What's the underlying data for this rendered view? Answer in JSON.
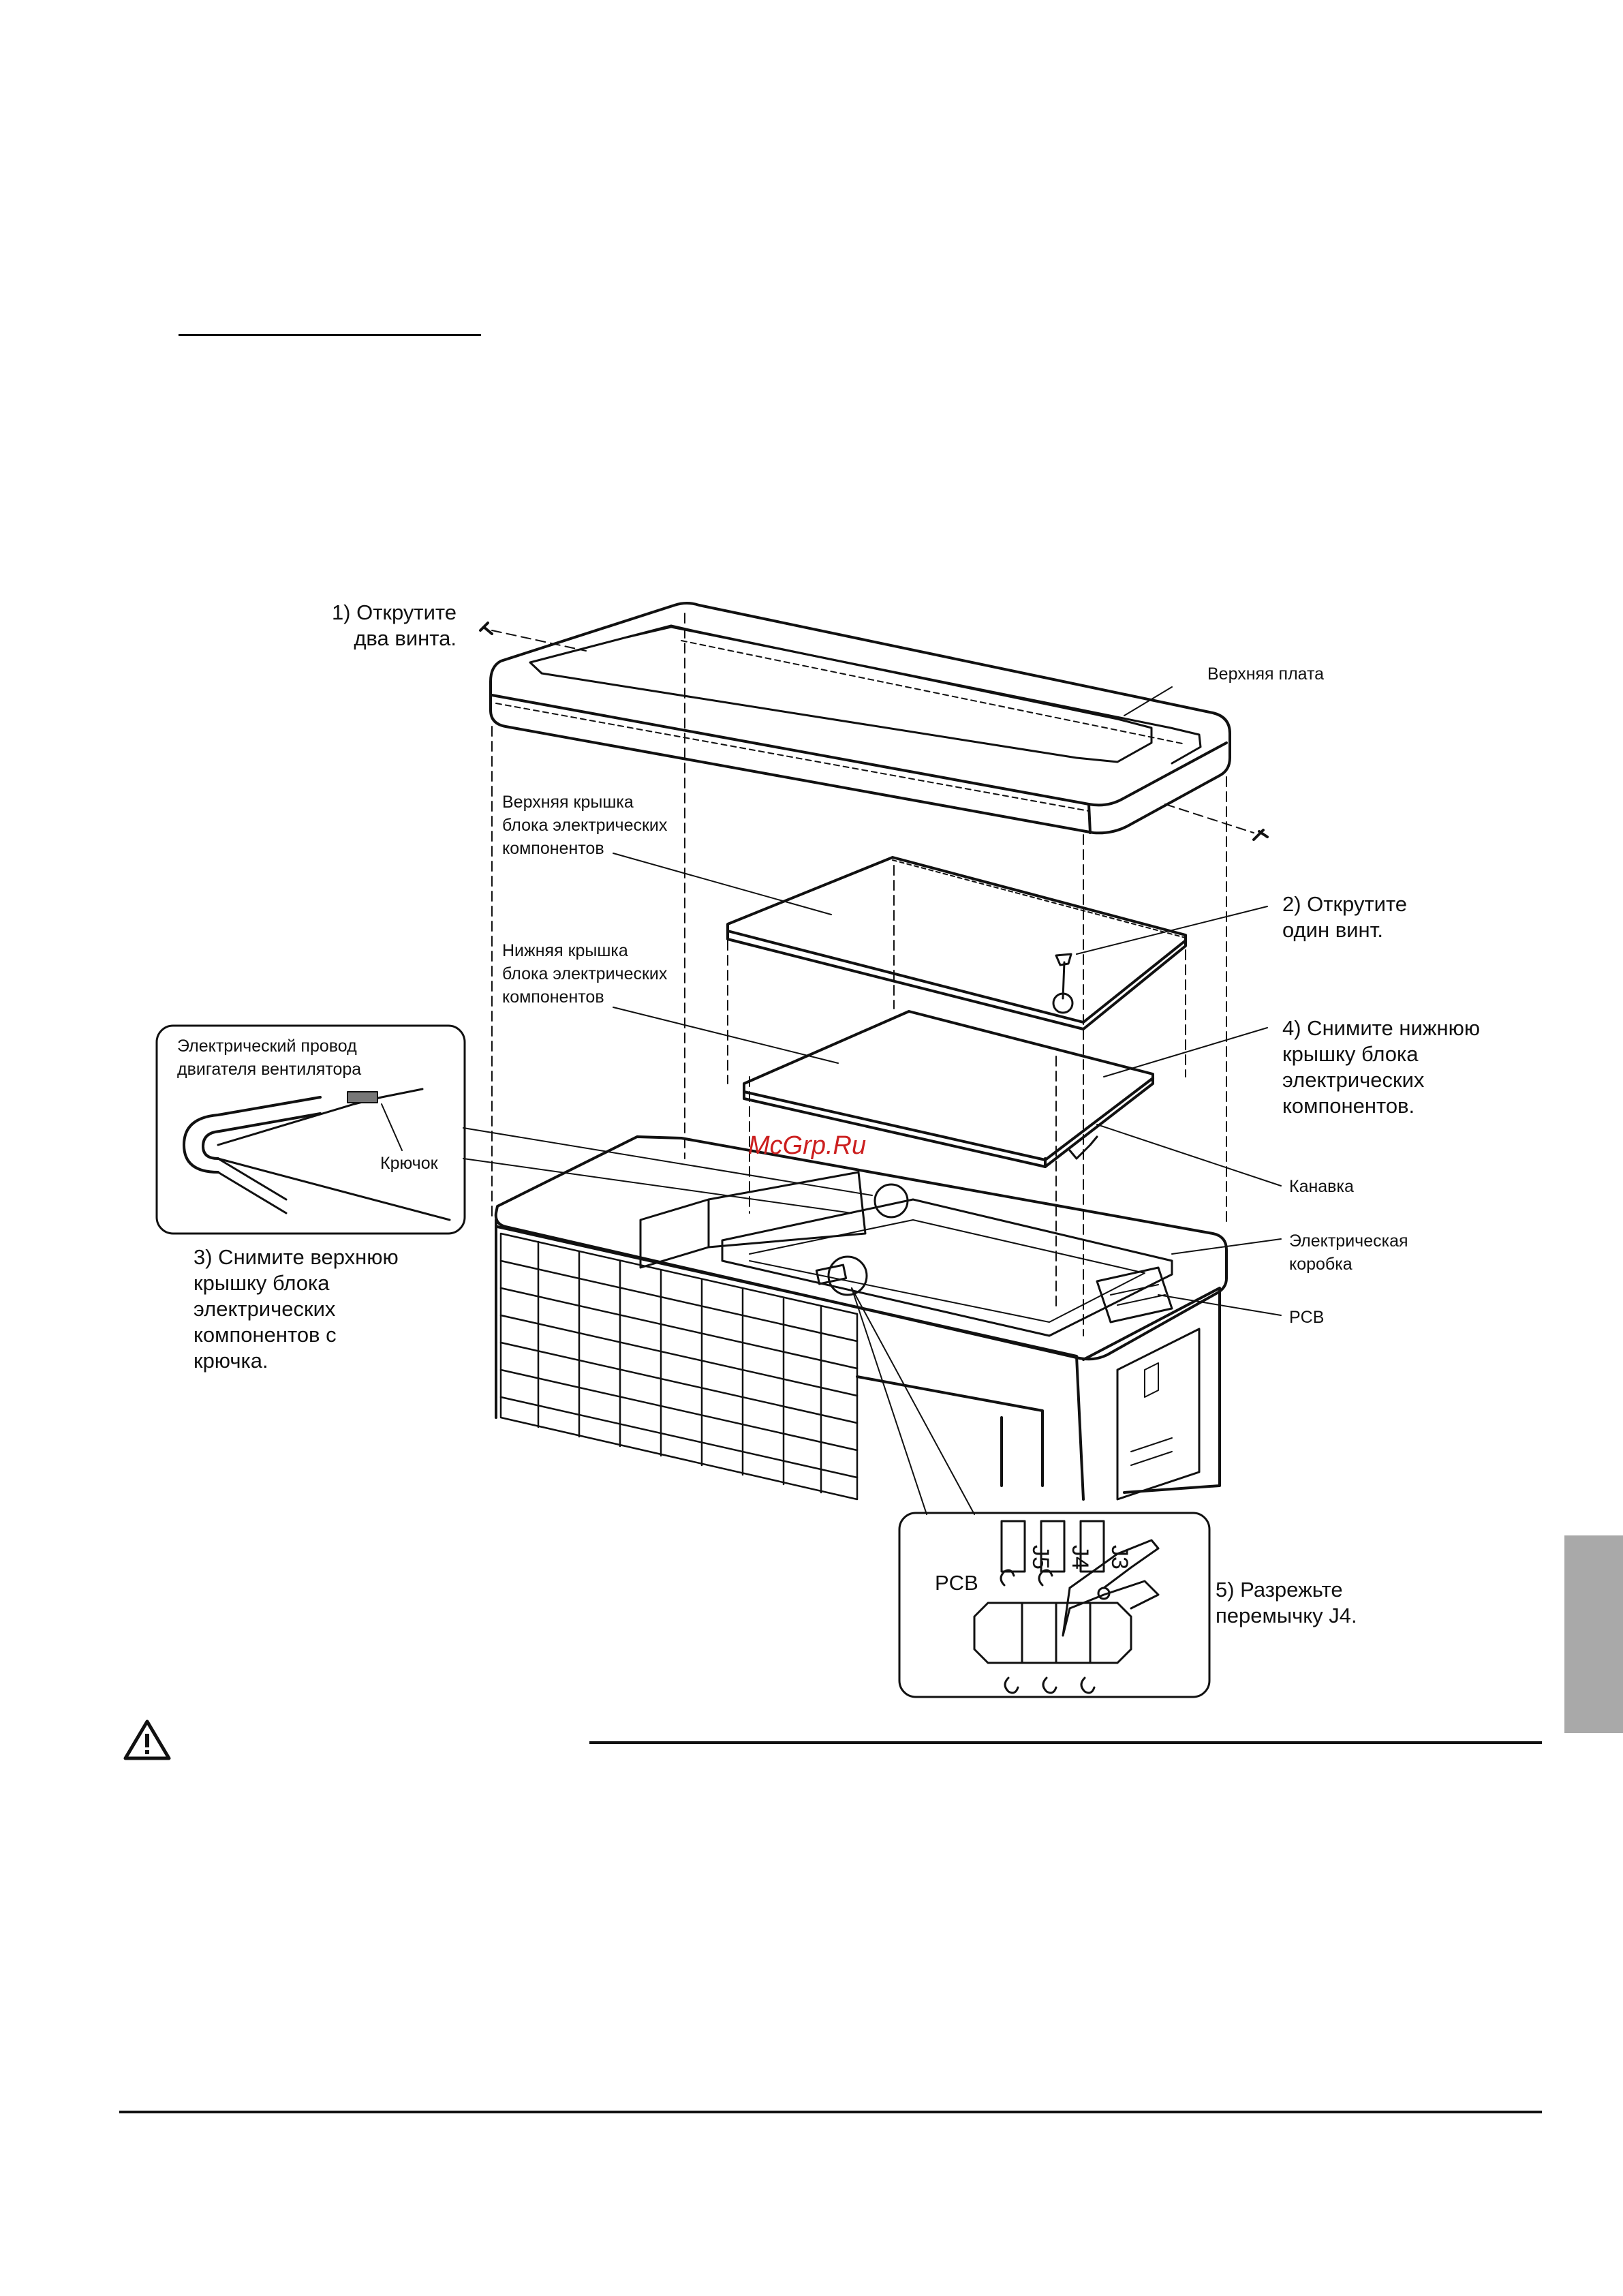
{
  "labels": {
    "step1": "1) Открутите\nдва винта.",
    "top_plate": "Верхняя плата",
    "upper_cover": "Верхняя крышка\nблока электрических\nкомпонентов",
    "step2": "2) Открутите\n    один винт.",
    "lower_cover": "Нижняя крышка\nблока электрических\nкомпонентов",
    "step4": "4) Снимите нижнюю\n    крышку блока\n    электрических\n    компонентов.",
    "fan_wire": "Электрический провод\nдвигателя вентилятора",
    "hook": "Крючок",
    "groove": "Канавка",
    "electric_box": "Электрическая\nкоробка",
    "pcb": "PCB",
    "step3": "3) Снимите верхнюю\n    крышку блока\n    электрических\n    компонентов с\n    крючка.",
    "pcb_detail": "PCB",
    "jumper_j5": "J5",
    "jumper_j4": "J4",
    "jumper_j3": "J3",
    "step5": "5) Разрежьте\n    перемычку J4."
  },
  "watermark": "McGrp.Ru",
  "colors": {
    "watermark": "#cc1f1f",
    "side_tab": "#a9a9a9",
    "ink": "#111111"
  },
  "icons": {
    "warning": "warning-triangle-icon"
  }
}
